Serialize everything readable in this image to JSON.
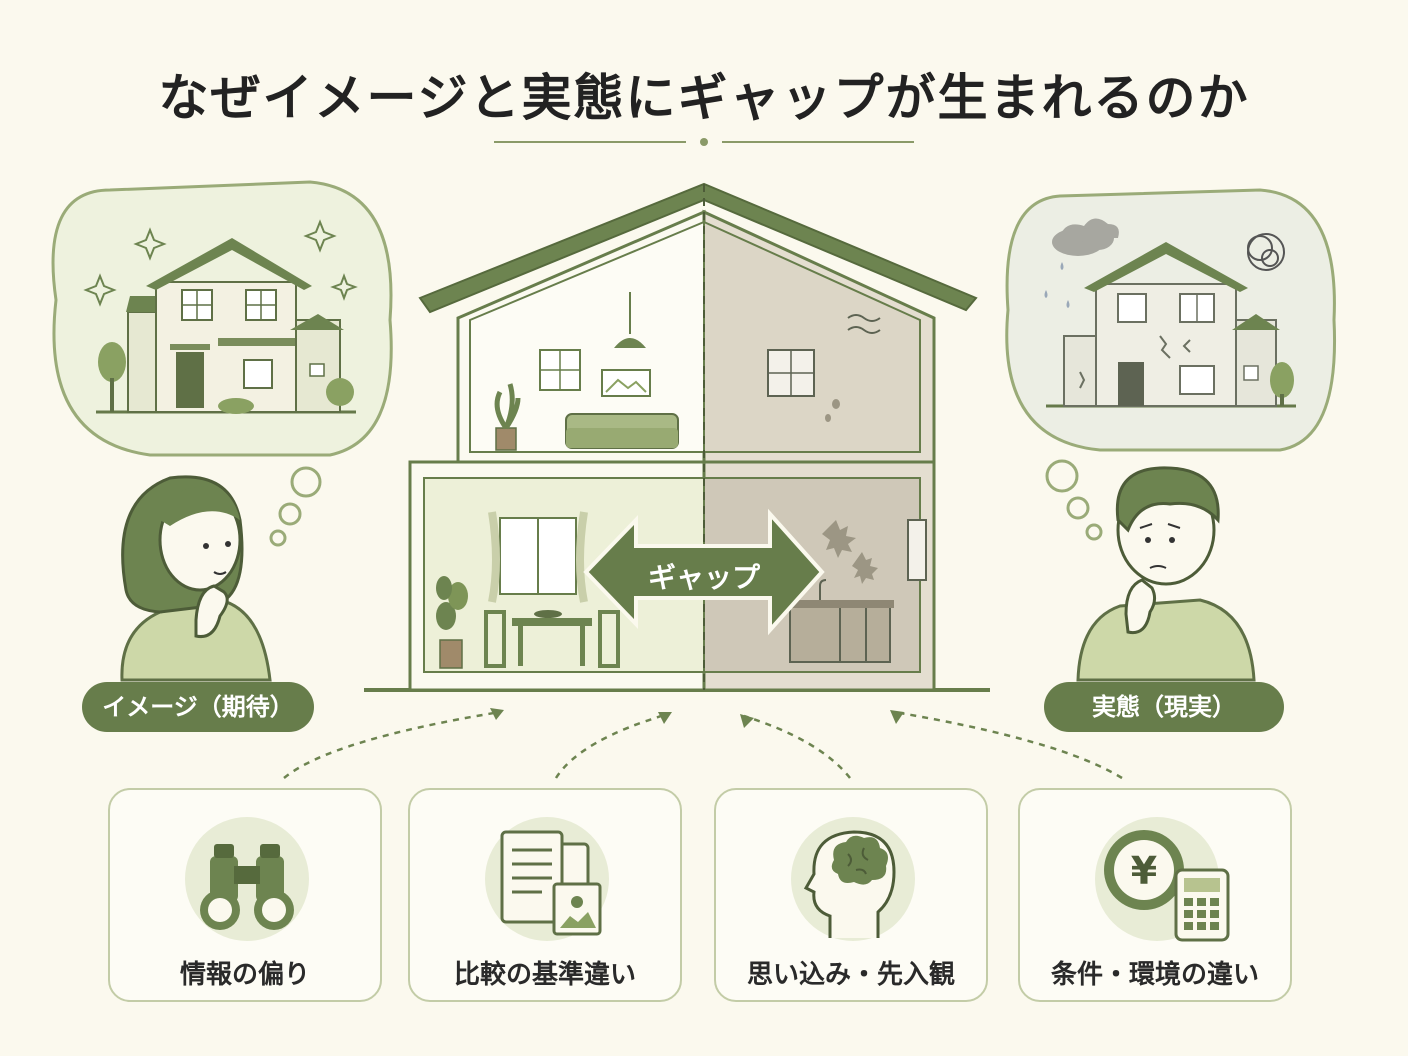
{
  "title": "なぜイメージと実態にギャップが生まれるのか",
  "gap_label": "ギャップ",
  "labels": {
    "image": "イメージ（期待）",
    "reality": "実態（現実）"
  },
  "factors": [
    {
      "label": "情報の偏り",
      "icon": "binoculars-icon"
    },
    {
      "label": "比較の基準違い",
      "icon": "documents-icon"
    },
    {
      "label": "思い込み・先入観",
      "icon": "brain-head-icon"
    },
    {
      "label": "条件・環境の違い",
      "icon": "yen-calculator-icon"
    }
  ],
  "colors": {
    "background": "#fbf9ee",
    "accent": "#677d4b",
    "light_green": "#dfe6c5",
    "reality_gray": "#dcd6c6"
  }
}
